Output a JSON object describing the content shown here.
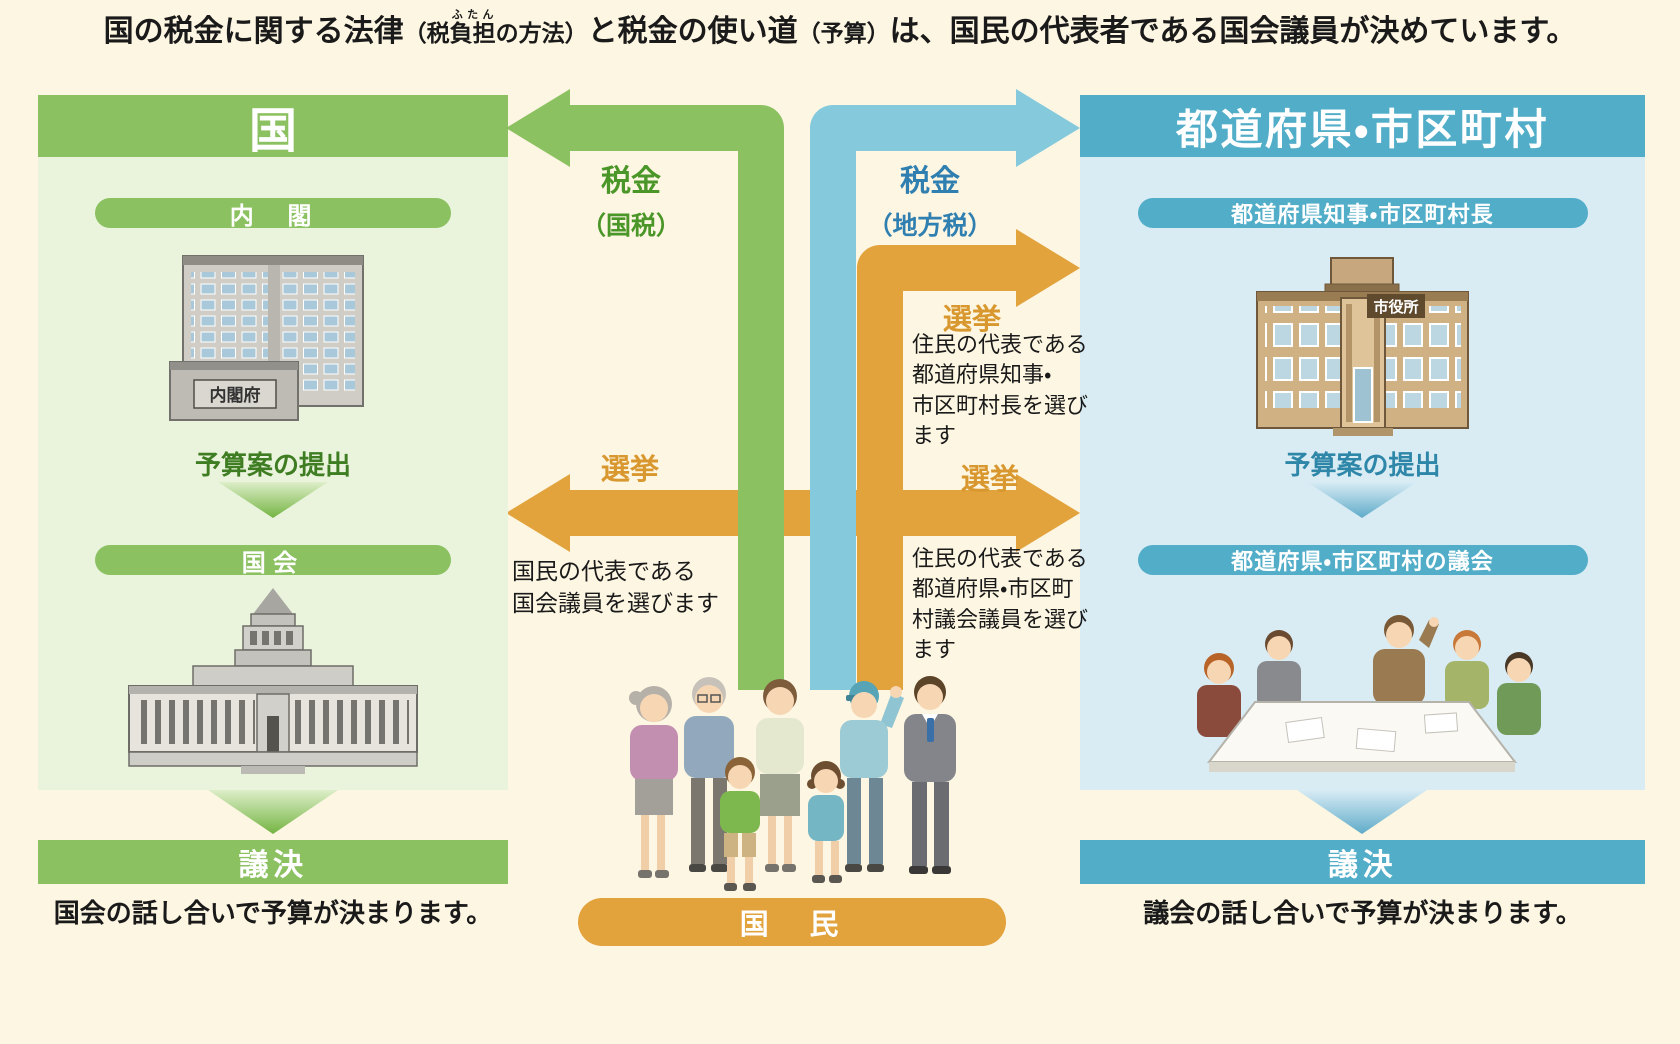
{
  "title": {
    "seg1": "国の税金に関する法律",
    "paren1_pre": "（税",
    "ruby_base": "負担",
    "ruby_text": "ふたん",
    "paren1_post": "の方法）",
    "seg2": "と税金の使い道",
    "paren2": "（予算）",
    "seg3": "は、国民の代表者である国会議員が決めています。"
  },
  "national": {
    "header": "国",
    "cabinet": "内　閣",
    "building_sign": "内閣府",
    "budget": "予算案の提出",
    "diet": "国会",
    "decision": "議決",
    "decision_text": "国会の話し合いで予算が決まります。"
  },
  "local": {
    "header": "都道府県・市区町村",
    "governor": "都道府県知事・市区町村長",
    "building_sign": "市役所",
    "budget": "予算案の提出",
    "assembly": "都道府県・市区町村の議会",
    "decision": "議決",
    "decision_text": "議会の話し合いで予算が決まります。"
  },
  "flows": {
    "tax_national": "税金",
    "tax_national_sub": "（国税）",
    "tax_local": "税金",
    "tax_local_sub": "（地方税）",
    "election1": "選挙",
    "election1_text": "国民の代表である\n国会議員を選びます",
    "election2": "選挙",
    "election2_text": "住民の代表である\n都道府県知事・\n市区町村長を選び\nます",
    "election3": "選挙",
    "election3_text": "住民の代表である\n都道府県・市区町\n村議会議員を選び\nます",
    "citizens": "国　民"
  },
  "colors": {
    "background": "#fdf6e2",
    "green": "#8cc162",
    "green_panel": "#eaf4dd",
    "green_text": "#3f7d22",
    "teal": "#52adc8",
    "teal_panel": "#d9ecf4",
    "teal_text": "#2e86a8",
    "blue_arrow": "#85c9dc",
    "orange": "#e2a23c",
    "orange_text": "#d9982f",
    "tax_green_text": "#4a9628",
    "tax_blue_text": "#2f7fb0"
  }
}
